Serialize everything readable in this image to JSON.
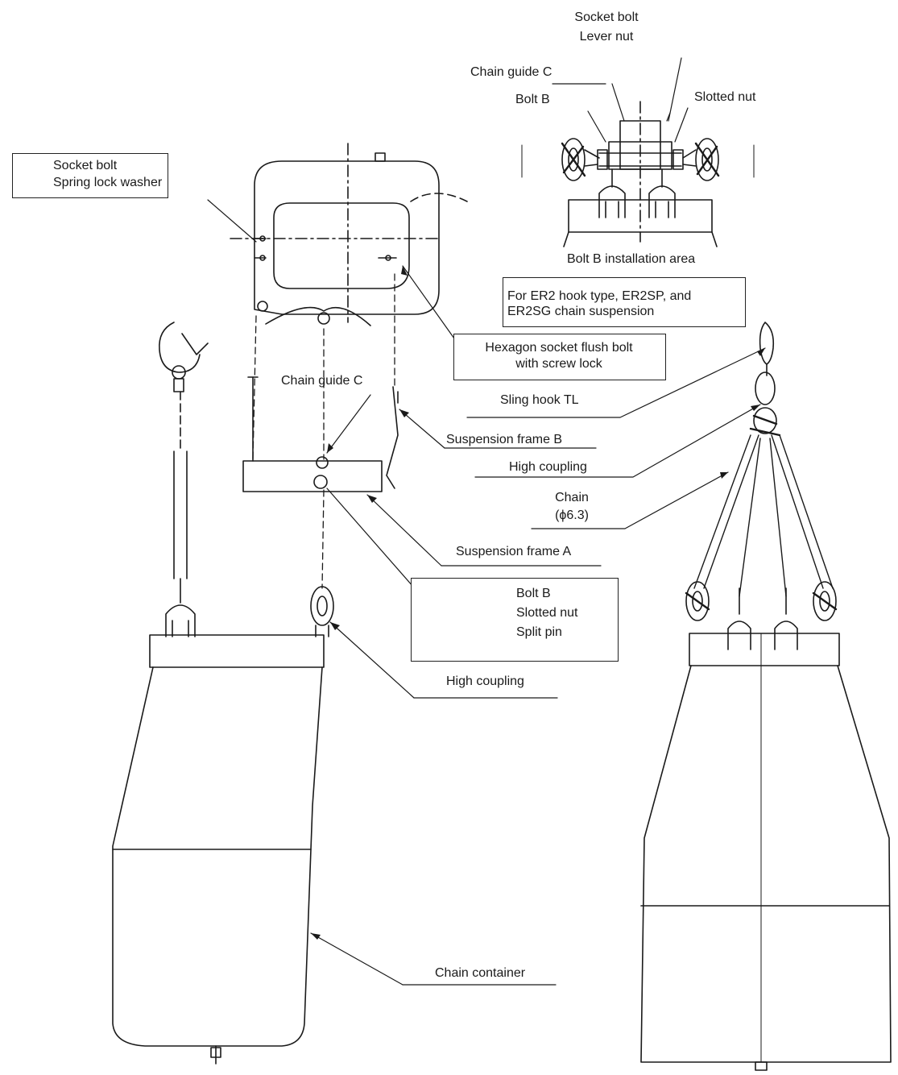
{
  "labels": {
    "socket_bolt_top": "Socket bolt",
    "lever_nut": "Lever nut",
    "chain_guide_c_top": "Chain guide C",
    "bolt_b_top": "Bolt B",
    "slotted_nut_top": "Slotted nut",
    "bolt_b_installation_area": "Bolt B installation area",
    "hexagon_socket_flush_bolt_line1": "Hexagon socket flush bolt",
    "hexagon_socket_flush_bolt_line2": "with screw lock",
    "chain_guide_c_mid": "Chain guide C",
    "sling_hook_tl": "Sling hook TL",
    "suspension_frame_b": "Suspension frame B",
    "high_coupling_right": "High coupling",
    "chain_line1": "Chain",
    "chain_line2": "(ϕ6.3)",
    "suspension_frame_a": "Suspension frame A",
    "high_coupling_bottom": "High coupling",
    "chain_container": "Chain container"
  },
  "legend_top_left": {
    "item1": "Socket bolt",
    "item2": "Spring lock washer"
  },
  "note_box": {
    "line1": "For ER2 hook type, ER2SP, and",
    "line2": "ER2SG chain suspension"
  },
  "legend_parts": {
    "item1": "Bolt B",
    "item2": "Slotted nut",
    "item3": "Split pin"
  }
}
